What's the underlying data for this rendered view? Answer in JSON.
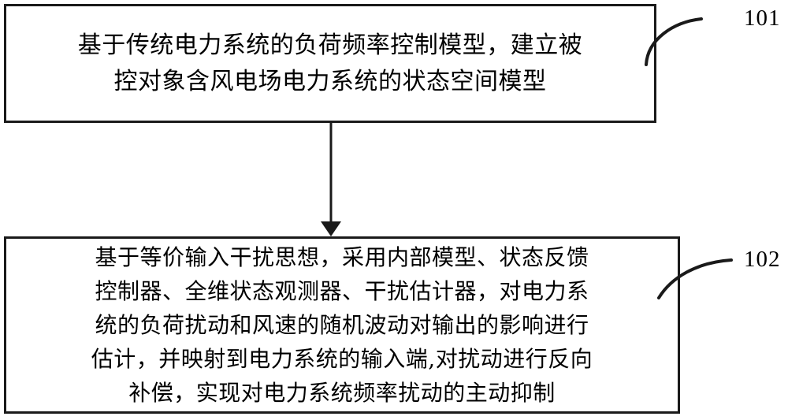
{
  "diagram": {
    "type": "flowchart",
    "orientation": "vertical",
    "background_color": "#ffffff",
    "line_color": "#1a1a1a",
    "text_color": "#000000",
    "steps": [
      {
        "ref": "101",
        "lines": [
          "基于传统电力系统的负荷频率控制模型，建立被",
          "控对象含风电场电力系统的状态空间模型"
        ]
      },
      {
        "ref": "102",
        "lines": [
          "基于等价输入干扰思想，采用内部模型、状态反馈",
          "控制器、全维状态观测器、干扰估计器，对电力系",
          "统的负荷扰动和风速的随机波动对输出的影响进行",
          "估计，并映射到电力系统的输入端,对扰动进行反向",
          "补偿，实现对电力系统频率扰动的主动抑制"
        ]
      }
    ],
    "connectors": [
      {
        "name": "step-101-to-step-102",
        "kind": "arrow-down",
        "from": "101",
        "to": "102"
      }
    ],
    "leaders": [
      {
        "name": "leader-101",
        "ref": "101"
      },
      {
        "name": "leader-102",
        "ref": "102"
      }
    ]
  }
}
